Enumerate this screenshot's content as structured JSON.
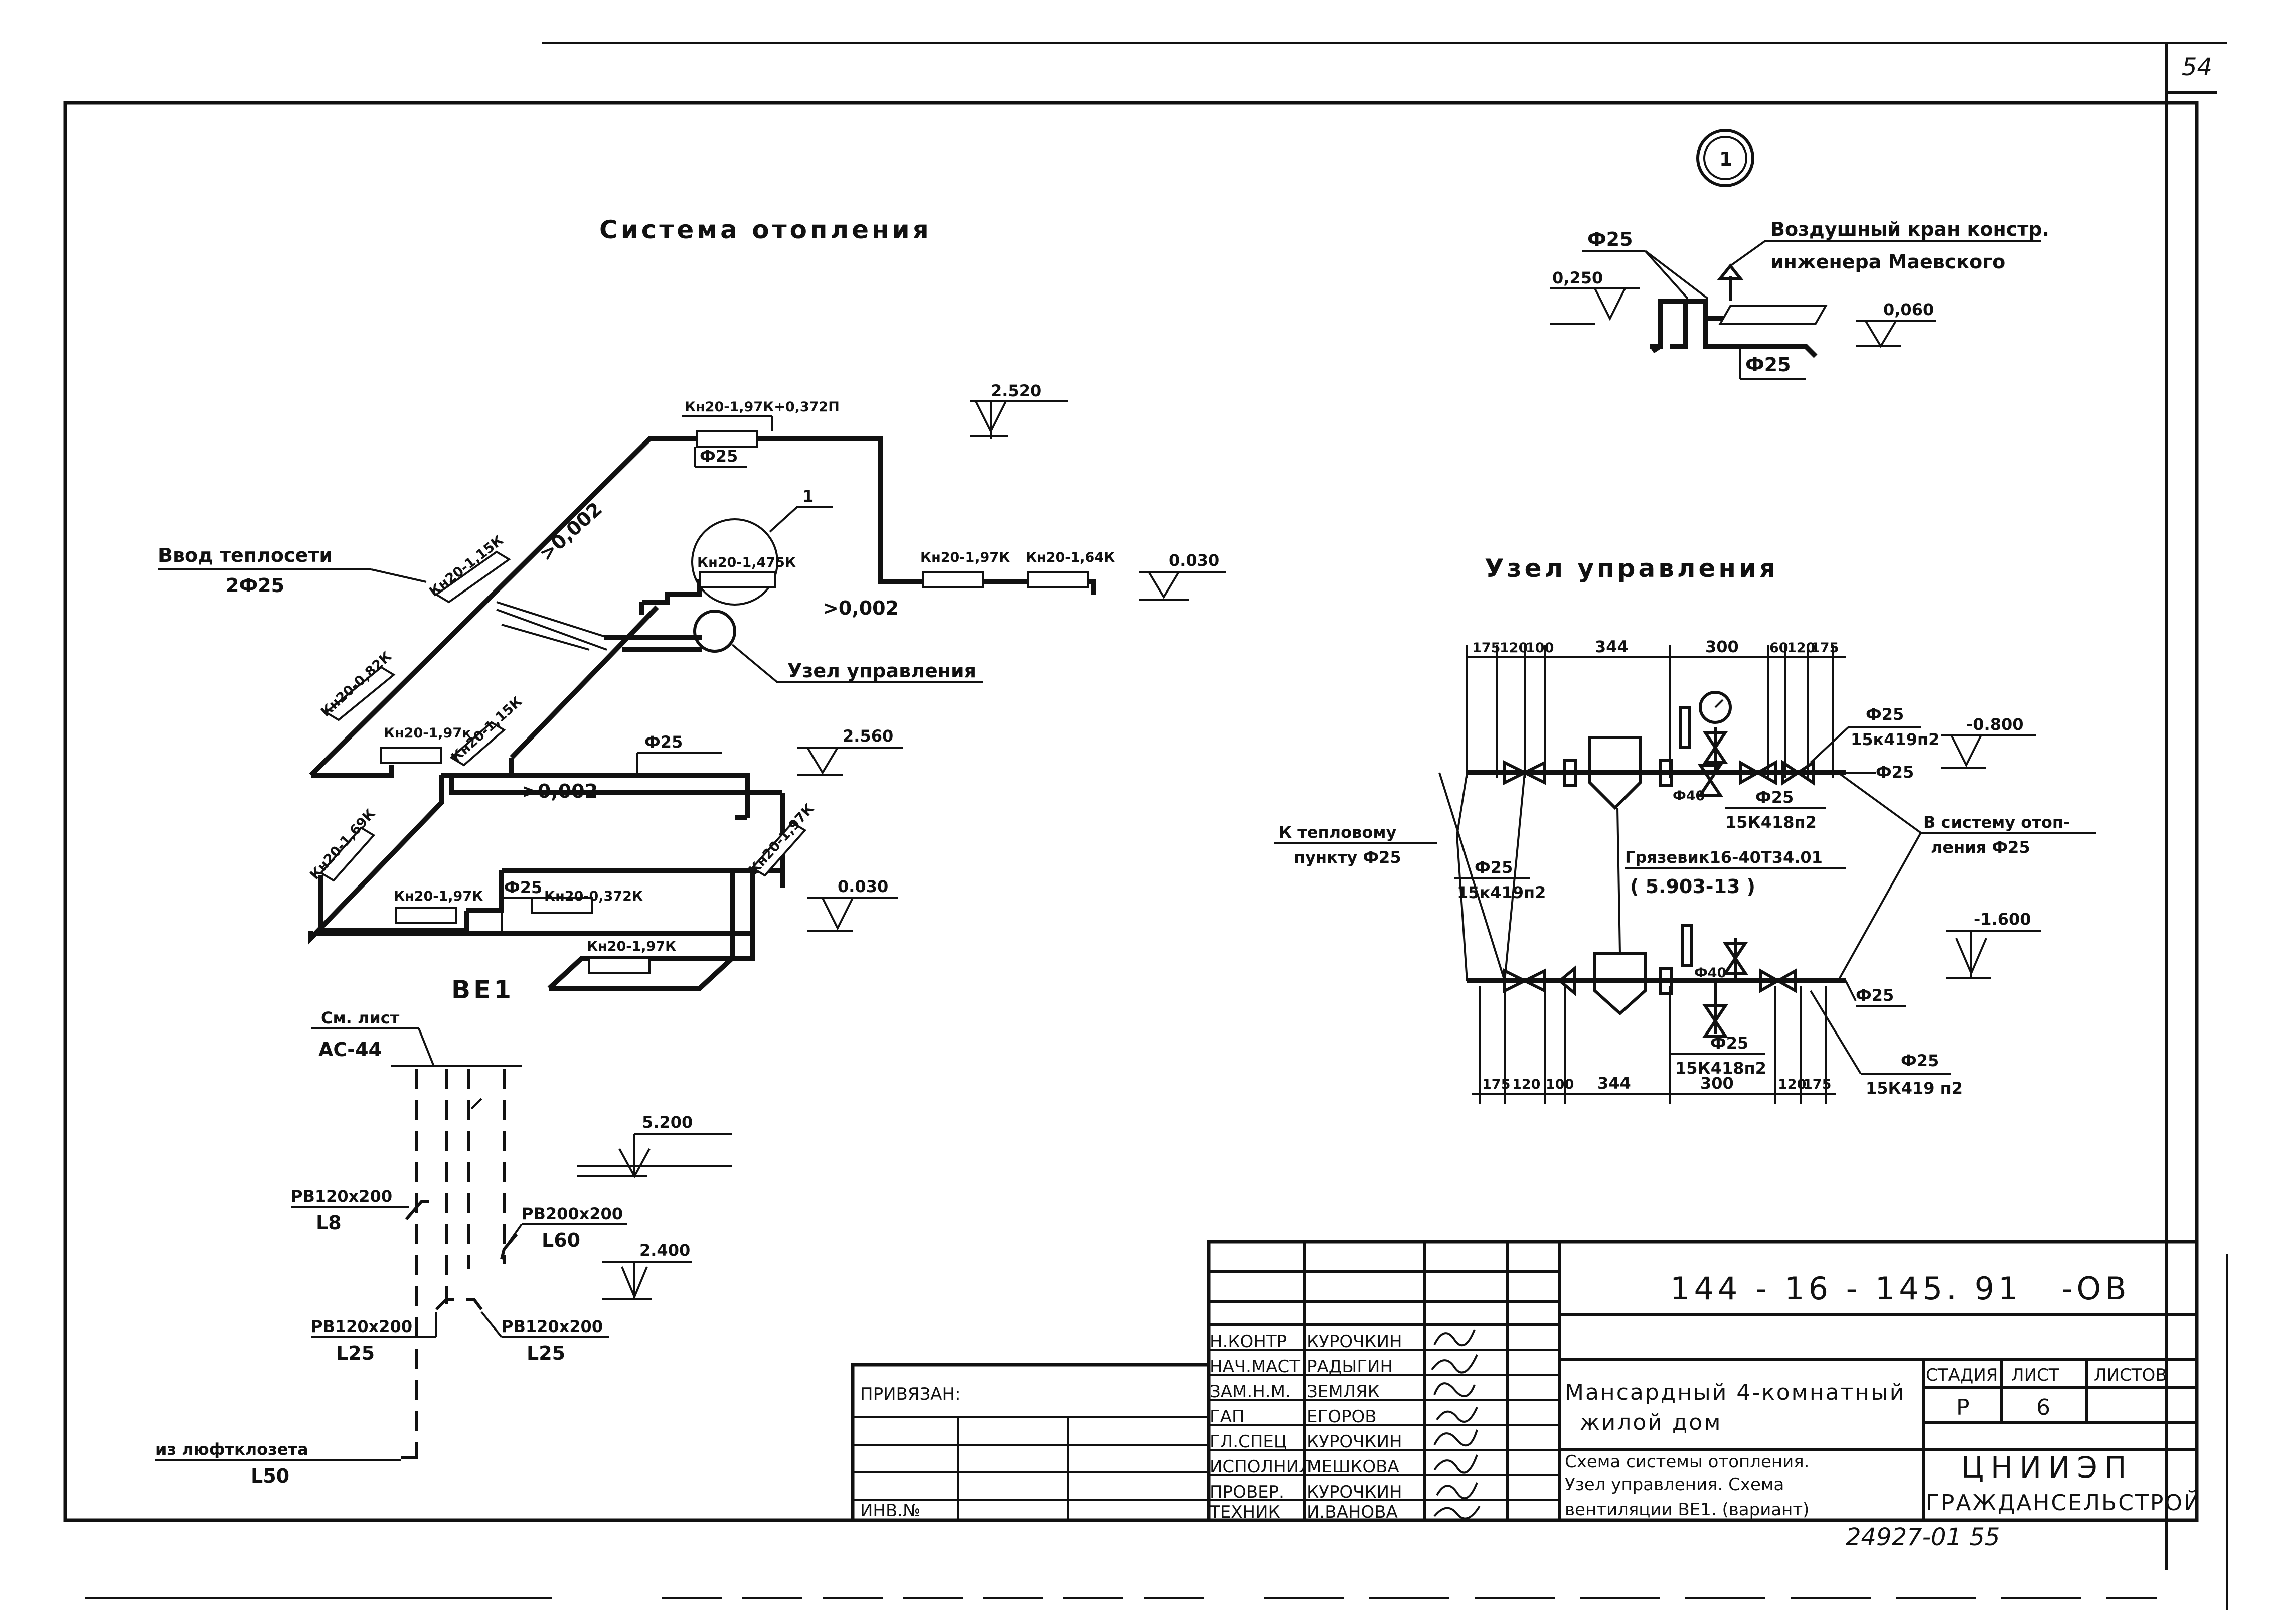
{
  "page_number": "54",
  "node_marker": "1",
  "heating": {
    "title": "Система отопления",
    "inlet_label": "Ввод теплосети",
    "inlet_diam": "2Ф25",
    "radiators": [
      "Кн20-1,97К+0,372П",
      "Кн20-1,15К",
      "Кн20-1,475К",
      "Кн20-1,97К",
      "Кн20-1,64К",
      "Кн20-0,82К",
      "Кн20-1,97к",
      "Кн20-1,15К",
      "Кн20-1,69К",
      "Кн20-1,97К",
      "Кн20-1,97К",
      "Кн20-0,372К",
      "Кн20-1,97К"
    ],
    "diam": [
      "Ф25",
      "Ф25",
      "Ф25"
    ],
    "slopes": [
      ">0,002",
      ">0,002",
      ">0,002"
    ],
    "levels": [
      "2.520",
      "0.030",
      "2.560",
      "0.030"
    ],
    "node_callout": "1",
    "control_node_label": "Узел управления"
  },
  "detail1": {
    "diam_top": "Ф25",
    "diam_bottom": "Ф25",
    "level_left": "0,250",
    "level_right": "0,060",
    "valve_line1": "Воздушный кран констр.",
    "valve_line2": "инженера Маевского"
  },
  "control_node": {
    "title": "Узел управления",
    "dims_top": [
      "175",
      "120",
      "100",
      "344",
      "300",
      "60",
      "120",
      "175"
    ],
    "dims_bottom": [
      "175",
      "120",
      "100",
      "344",
      "300",
      "120",
      "175"
    ],
    "level_top": "-0.800",
    "level_bottom": "-1.600",
    "to_heat_point_1": "К тепловому",
    "to_heat_point_2": "пункту Ф25",
    "to_system_1": "В систему отоп-",
    "to_system_2": "ления Ф25",
    "strainer_1": "Грязевик16-40Т34.01",
    "strainer_2": "( 5.903-13 )",
    "valves": [
      {
        "diam": "Ф25",
        "mark": "15к419п2"
      },
      {
        "diam": "Ф25",
        "mark": "15К418п2"
      },
      {
        "diam": "Ф25",
        "mark": "15к419п2"
      },
      {
        "diam": "Ф25",
        "mark": "15К418п2"
      },
      {
        "diam": "Ф25",
        "mark": "15К419 п2"
      }
    ],
    "pipe_labels": [
      "Ф25",
      "Ф25",
      "Ф40",
      "Ф40"
    ]
  },
  "ventilation": {
    "title": "ВЕ1",
    "ref_1": "См. лист",
    "ref_2": "АС-44",
    "levels": [
      "5.200",
      "2.400"
    ],
    "grilles": [
      {
        "size": "РВ120x200",
        "len": "L8"
      },
      {
        "size": "РВ200x200",
        "len": "L60"
      },
      {
        "size": "РВ120x200",
        "len": "L25"
      },
      {
        "size": "РВ120x200",
        "len": "L25"
      }
    ],
    "from_label": "из люфтклозета",
    "from_len": "L50"
  },
  "title_block": {
    "code": "144 - 16 - 145. 91",
    "suffix": "-ОВ",
    "bound_label": "ПРИВЯЗАН:",
    "inv_label": "ИНВ.№",
    "roles": [
      "Н.КОНТР",
      "НАЧ.МАСТ",
      "ЗАМ.Н.М.",
      "ГАП",
      "ГЛ.СПЕЦ",
      "ИСПОЛНИЛ",
      "ПРОВЕР.",
      "ТЕХНИК"
    ],
    "names": [
      "КУРОЧКИН",
      "РАДЫГИН",
      "ЗЕМЛЯК",
      "ЕГОРОВ",
      "КУРОЧКИН",
      "МЕШКОВА",
      "КУРОЧКИН",
      "И.ВАНОВА"
    ],
    "project_1": "Мансардный 4-комнатный",
    "project_2": "жилой дом",
    "sheet_title_1": "Схема системы отопления.",
    "sheet_title_2": "Узел управления. Схема",
    "sheet_title_3": "вентиляции ВЕ1. (вариант)",
    "stage_label": "СТАДИЯ",
    "sheet_label": "ЛИСТ",
    "sheets_label": "ЛИСТОВ",
    "stage": "Р",
    "sheet": "6",
    "org_1": "ЦНИИЭП",
    "org_2": "ГРАЖДАНСЕЛЬСТРОЙ"
  },
  "archive_number": "24927-01 55"
}
